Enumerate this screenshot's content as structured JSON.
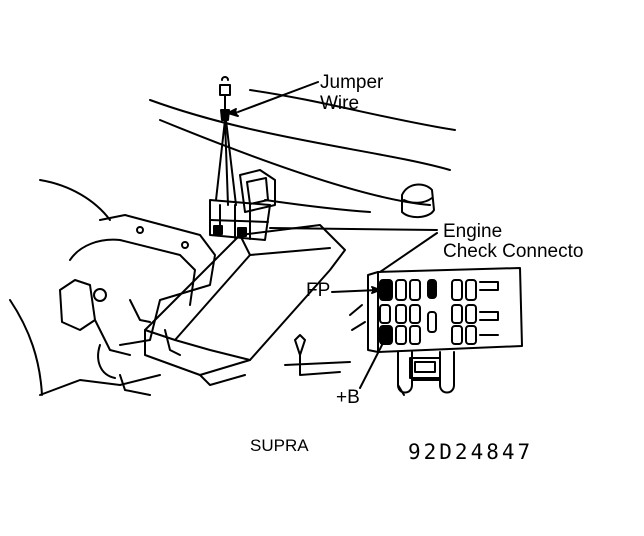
{
  "labels": {
    "jumper_line1": "Jumper",
    "jumper_line2": "Wire",
    "engine_line1": "Engine",
    "engine_line2": "Check Connecto",
    "fp": "FP",
    "plus_b": "+B"
  },
  "caption": {
    "model": "SUPRA",
    "figure_code": "92D24847"
  }
}
